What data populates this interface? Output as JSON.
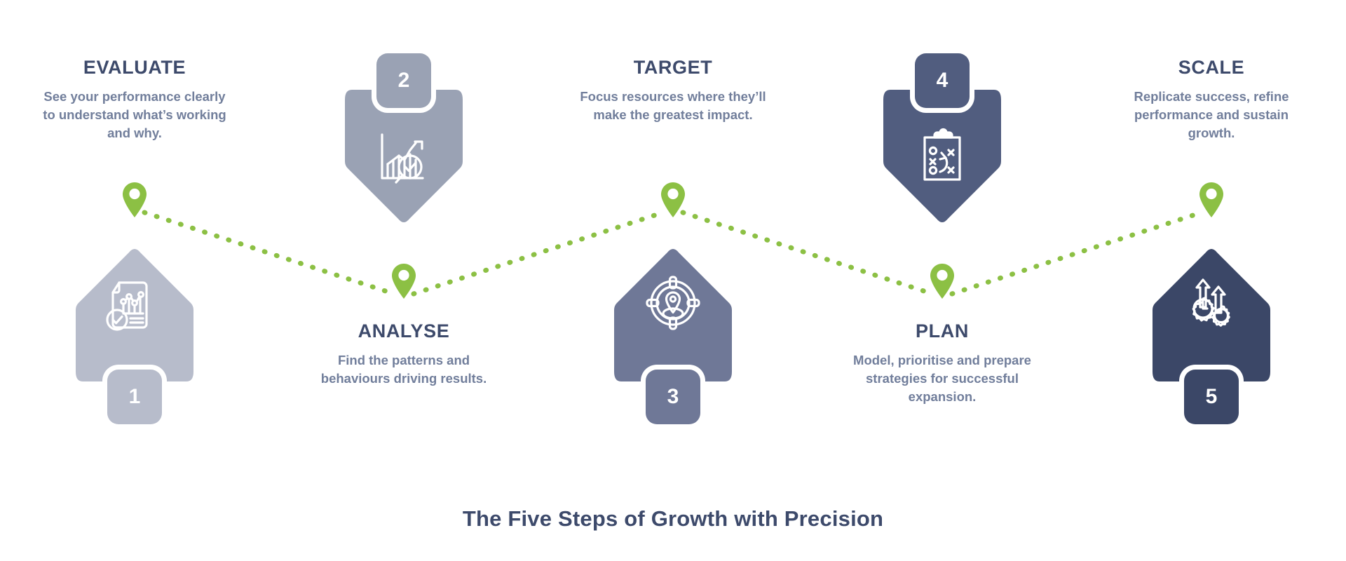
{
  "footer": {
    "title": "The Five Steps of Growth with Precision"
  },
  "palette": {
    "accent_green": "#8cc044",
    "title_navy": "#3d4a6b",
    "body_slate": "#717e9b",
    "step1": "#b7bccb",
    "step2": "#9aa2b4",
    "step3": "#6f7897",
    "step4": "#515d7f",
    "step5": "#3b4767",
    "white": "#ffffff",
    "background": "#ffffff"
  },
  "steps": [
    {
      "number": "1",
      "title": "EVALUATE",
      "description": "See your performance clearly to understand what’s working and why.",
      "color": "#b7bccb",
      "orientation": "up",
      "icon": "report-chart-check-icon",
      "pin": "map-pin-icon"
    },
    {
      "number": "2",
      "title": "ANALYSE",
      "description": "Find the patterns and behaviours driving results.",
      "color": "#9aa2b4",
      "orientation": "down",
      "icon": "bar-chart-magnifier-check-icon",
      "pin": "map-pin-icon"
    },
    {
      "number": "3",
      "title": "TARGET",
      "description": "Focus resources where they’ll make the greatest impact.",
      "color": "#6f7897",
      "orientation": "up",
      "icon": "crosshair-target-person-icon",
      "pin": "map-pin-icon"
    },
    {
      "number": "4",
      "title": "PLAN",
      "description": "Model, prioritise and prepare strategies for successful expansion.",
      "color": "#515d7f",
      "orientation": "down",
      "icon": "clipboard-strategy-icon",
      "pin": "map-pin-icon"
    },
    {
      "number": "5",
      "title": "SCALE",
      "description": "Replicate success, refine performance and sustain growth.",
      "color": "#3b4767",
      "orientation": "up",
      "icon": "gears-growth-arrows-icon",
      "pin": "map-pin-icon"
    }
  ],
  "connectors": [
    {
      "from": "1",
      "to": "2"
    },
    {
      "from": "2",
      "to": "3"
    },
    {
      "from": "3",
      "to": "4"
    },
    {
      "from": "4",
      "to": "5"
    }
  ]
}
